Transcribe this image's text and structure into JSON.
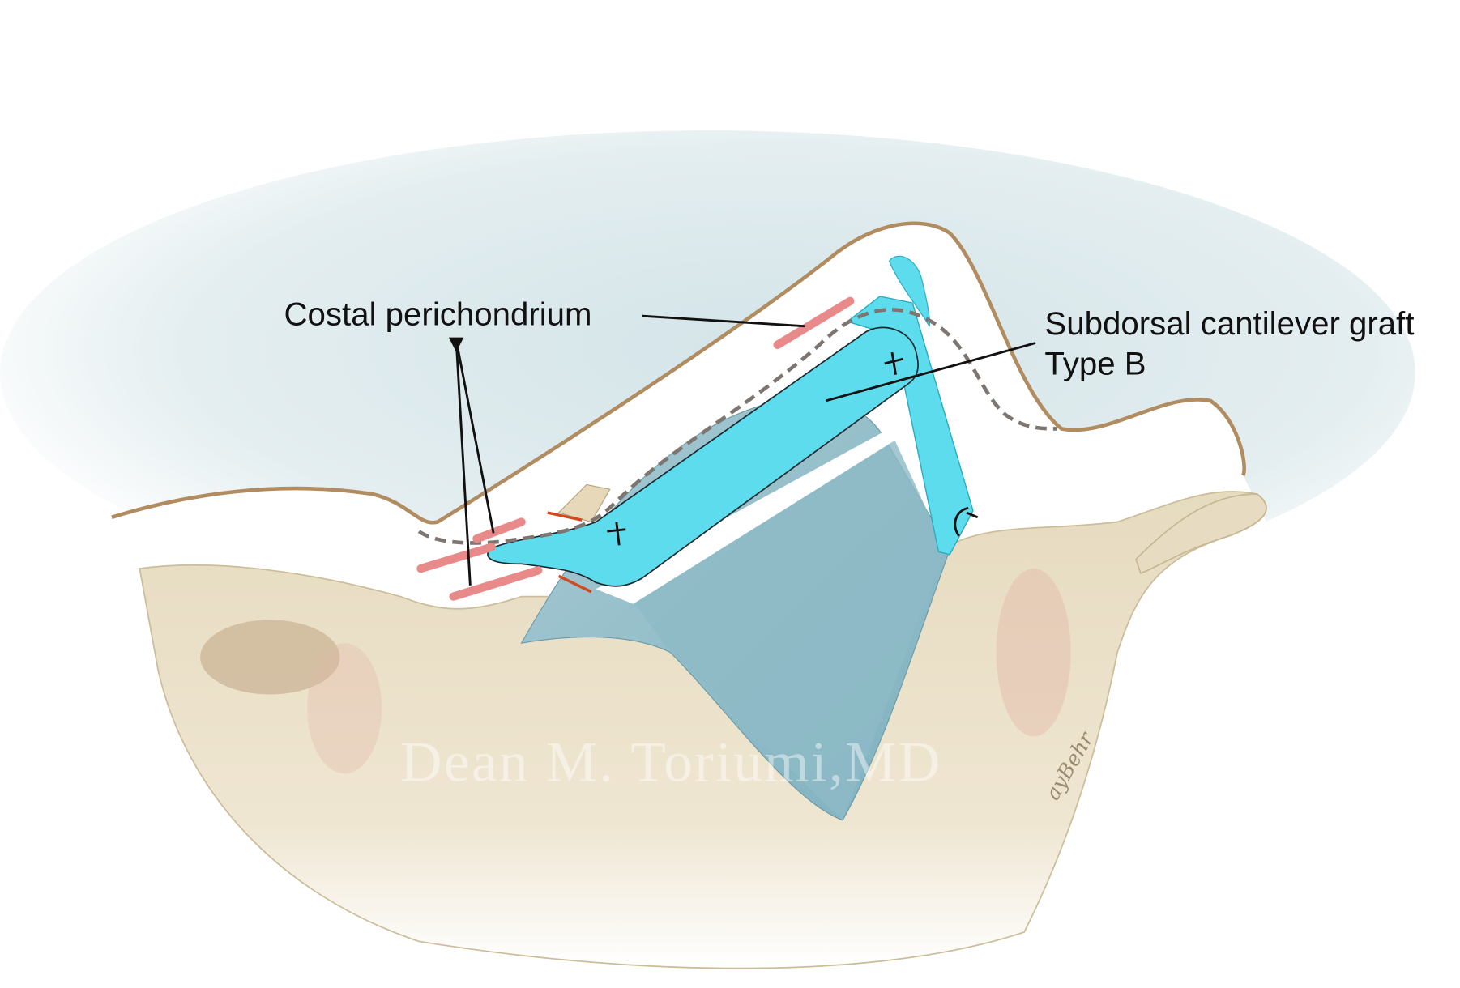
{
  "labels": {
    "costal_perichondrium": "Costal perichondrium",
    "graft_line1": "Subdorsal cantilever graft",
    "graft_line2": "Type B"
  },
  "watermark": "Dean M. Toriumi,MD",
  "signature": "ayBehr",
  "colors": {
    "graft": "#5ddcee",
    "septum": "#8fbcc8",
    "skin_outline": "#b08c60",
    "bone": "#e9dec4",
    "perichondrium": "#e88a8a",
    "dashed_line": "#7d7570"
  }
}
